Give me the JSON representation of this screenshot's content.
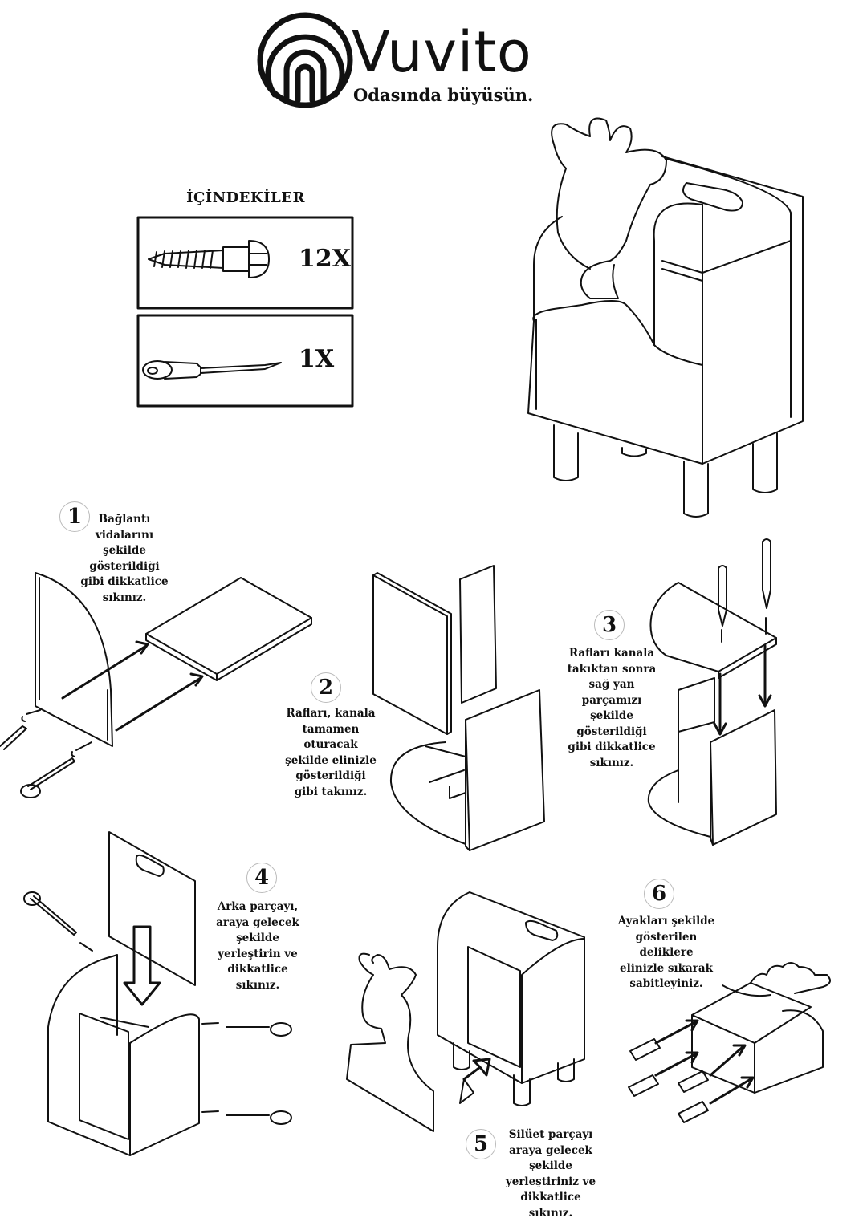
{
  "brand": {
    "name": "Vuvito",
    "tagline": "Odasında büyüsün."
  },
  "contents": {
    "title": "İÇİNDEKİLER",
    "items": [
      {
        "icon": "screw-icon",
        "quantity": "12X"
      },
      {
        "icon": "screwdriver-icon",
        "quantity": "1X"
      }
    ]
  },
  "steps": [
    {
      "number": "1",
      "text": "Bağlantı\nvidalarını\nşekilde\ngösterildiği\ngibi  dikkatlice\nsıkınız."
    },
    {
      "number": "2",
      "text": "Rafları, kanala\ntamamen\noturacak\nşekilde elinizle\ngösterildiği\ngibi takınız."
    },
    {
      "number": "3",
      "text": "Rafları kanala\ntakıktan sonra\nsağ yan\nparçamızı\nşekilde\ngösterildiği\ngibi dikkatlice\nsıkınız."
    },
    {
      "number": "4",
      "text": "Arka parçayı,\naraya gelecek\nşekilde\nyerleştirin ve\ndikkatlice\nsıkınız."
    },
    {
      "number": "5",
      "text": "Silüet parçayı\naraya gelecek\nşekilde\nyerleştiriniz ve\ndikkatlice\nsıkınız."
    },
    {
      "number": "6",
      "text": "Ayakları şekilde\ngösterilen\ndeliklere\nelinizle sıkarak\nsabitleyiniz."
    }
  ]
}
